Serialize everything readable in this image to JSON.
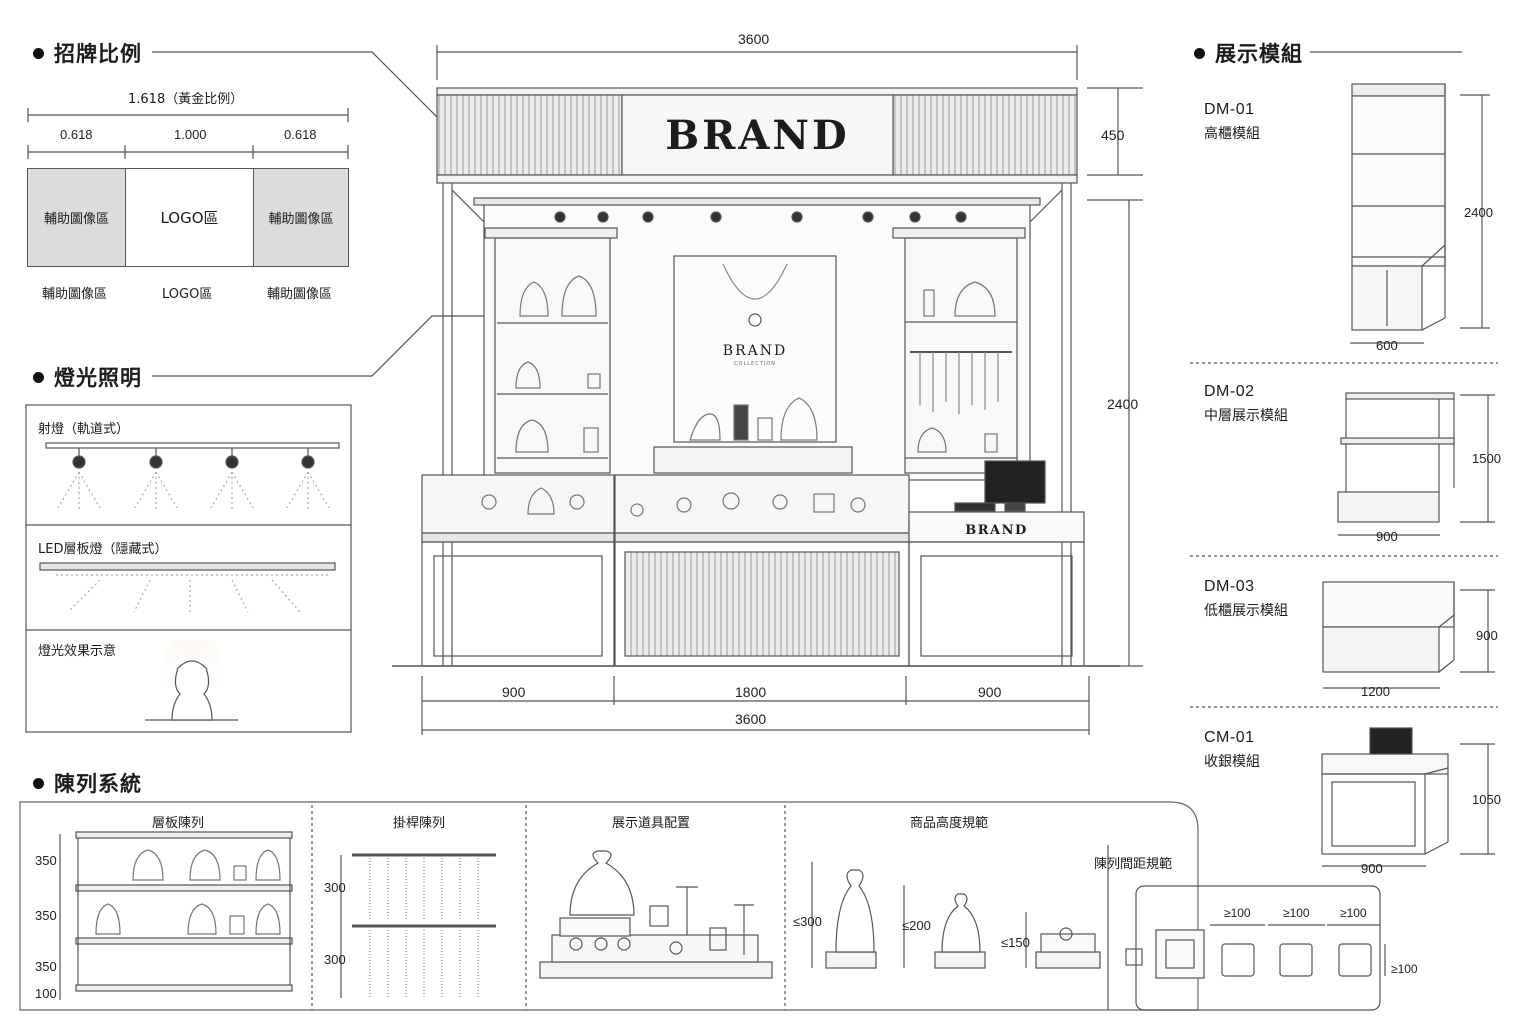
{
  "sections": {
    "signage": "招牌比例",
    "lighting": "燈光照明",
    "display_modules": "展示模組",
    "merch_system": "陳列系統"
  },
  "signage": {
    "golden_label": "1.618（黃金比例）",
    "ratio_left": "0.618",
    "ratio_mid": "1.000",
    "ratio_right": "0.618",
    "box_left": "輔助圖像區",
    "box_mid": "LOGO區",
    "box_right": "輔助圖像區",
    "caption_left": "輔助圖像區",
    "caption_mid": "LOGO區",
    "caption_right": "輔助圖像區"
  },
  "lighting": {
    "spot_label": "射燈（軌道式）",
    "led_label": "LED層板燈（隱藏式）",
    "effect_label": "燈光效果示意"
  },
  "elevation": {
    "top_width": "3600",
    "sign_height": "450",
    "total_height": "2400",
    "seg_left": "900",
    "seg_mid": "1800",
    "seg_right": "900",
    "bottom_width": "3600",
    "sign_brand": "BRAND",
    "poster_brand": "BRAND",
    "poster_sub": "COLLECTION",
    "counter_brand": "BRAND"
  },
  "modules": [
    {
      "code": "DM-01",
      "name": "高櫃模組",
      "height": "2400",
      "width": "600"
    },
    {
      "code": "DM-02",
      "name": "中層展示模組",
      "height": "1500",
      "width": "900"
    },
    {
      "code": "DM-03",
      "name": "低櫃展示模組",
      "height": "900",
      "width": "1200"
    },
    {
      "code": "CM-01",
      "name": "收銀模組",
      "height": "1050",
      "width": "900"
    }
  ],
  "merch": {
    "shelf_title": "層板陳列",
    "shelf_dims": [
      "350",
      "350",
      "350",
      "100"
    ],
    "rod_title": "掛桿陳列",
    "rod_dims": [
      "300",
      "300"
    ],
    "props_title": "展示道具配置",
    "height_title": "商品高度規範",
    "height_dims": [
      "≤300",
      "≤200",
      "≤150"
    ],
    "spacing_title": "陳列間距規範",
    "spacing_dims": [
      "≥100",
      "≥100",
      "≥100",
      "≥100"
    ]
  },
  "colors": {
    "line": "#555555",
    "panel_gray": "#dcdcdc",
    "light_glow": "#f4f1ea"
  }
}
